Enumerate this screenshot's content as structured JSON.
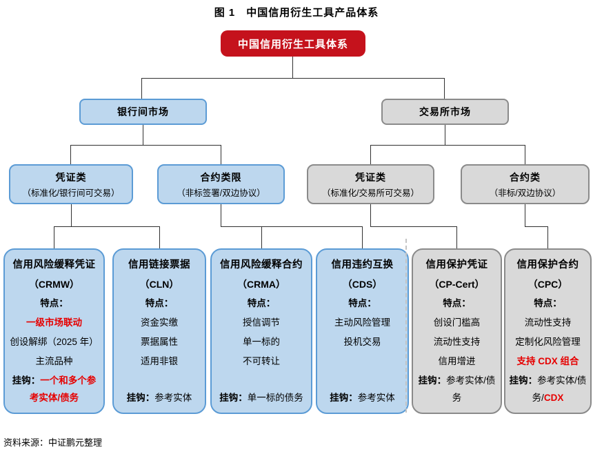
{
  "title": "图 1　中国信用衍生工具产品体系",
  "root": {
    "label": "中国信用衍生工具体系"
  },
  "markets": [
    {
      "label": "银行间市场"
    },
    {
      "label": "交易所市场"
    }
  ],
  "categories": [
    {
      "title": "凭证类",
      "subtitle": "（标准化/银行间可交易）"
    },
    {
      "title": "合约类限",
      "subtitle": "（非标签署/双边协议）"
    },
    {
      "title": "凭证类",
      "subtitle": "（标准化/交易所可交易）"
    },
    {
      "title": "合约类",
      "subtitle": "（非标/双边协议）"
    }
  ],
  "products": [
    {
      "name": "信用风险缓释凭证",
      "abbr": "（CRMW）",
      "features_label": "特点：",
      "features": [
        {
          "text": "一级市场联动",
          "emphasis": true
        },
        {
          "text": "创设解绑（2025 年）",
          "emphasis": false
        },
        {
          "text": "主流品种",
          "emphasis": false
        }
      ],
      "link_label": "挂钩：",
      "link_segments": [
        {
          "text": "一个和多个参考实体/债务",
          "emphasis": true
        }
      ]
    },
    {
      "name": "信用链接票据",
      "abbr": "（CLN）",
      "features_label": "特点：",
      "features": [
        {
          "text": "资金实缴",
          "emphasis": false
        },
        {
          "text": "票据属性",
          "emphasis": false
        },
        {
          "text": "适用非银",
          "emphasis": false
        }
      ],
      "link_label": "挂钩：",
      "link_segments": [
        {
          "text": "参考实体",
          "emphasis": false
        }
      ]
    },
    {
      "name": "信用风险缓释合约",
      "abbr": "（CRMA）",
      "features_label": "特点：",
      "features": [
        {
          "text": "授信调节",
          "emphasis": false
        },
        {
          "text": "单一标的",
          "emphasis": false
        },
        {
          "text": "不可转让",
          "emphasis": false
        }
      ],
      "link_label": "挂钩：",
      "link_segments": [
        {
          "text": "单一标的债务",
          "emphasis": false
        }
      ]
    },
    {
      "name": "信用违约互换",
      "abbr": "（CDS）",
      "features_label": "特点：",
      "features": [
        {
          "text": "主动风险管理",
          "emphasis": false
        },
        {
          "text": "投机交易",
          "emphasis": false
        }
      ],
      "link_label": "挂钩：",
      "link_segments": [
        {
          "text": "参考实体",
          "emphasis": false
        }
      ]
    },
    {
      "name": "信用保护凭证",
      "abbr": "（CP-Cert）",
      "features_label": "特点：",
      "features": [
        {
          "text": "创设门槛高",
          "emphasis": false
        },
        {
          "text": "流动性支持",
          "emphasis": false
        },
        {
          "text": "信用增进",
          "emphasis": false
        }
      ],
      "link_label": "挂钩：",
      "link_segments": [
        {
          "text": "参考实体/债务",
          "emphasis": false
        }
      ]
    },
    {
      "name": "信用保护合约",
      "abbr": "（CPC）",
      "features_label": "特点：",
      "features": [
        {
          "text": "流动性支持",
          "emphasis": false
        },
        {
          "text": "定制化风险管理",
          "emphasis": false
        },
        {
          "text": "支持 CDX 组合",
          "emphasis": true
        }
      ],
      "link_label": "挂钩：",
      "link_segments": [
        {
          "text": "参考实体/债务/",
          "emphasis": false
        },
        {
          "text": "CDX",
          "emphasis": true
        }
      ]
    }
  ],
  "footer": "资料来源：中证鹏元整理",
  "colors": {
    "root_fill": "#c5121c",
    "blue_fill": "#bdd7ee",
    "blue_border": "#5b9bd5",
    "gray_fill": "#d9d9d9",
    "gray_border": "#8a8a8a",
    "emphasis_red": "#e60000",
    "line": "#2f2f2f"
  }
}
